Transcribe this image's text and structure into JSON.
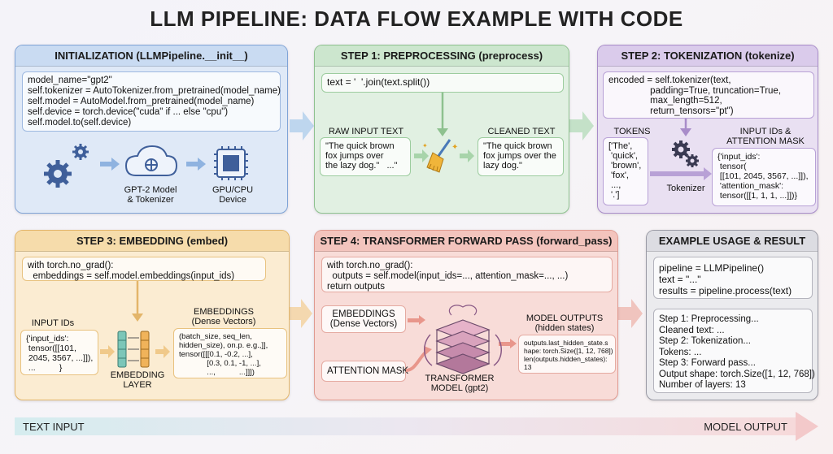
{
  "title": "LLM PIPELINE: DATA FLOW EXAMPLE WITH CODE",
  "colors": {
    "init": "#dfe9f7",
    "init_border": "#7fa3d6",
    "pre": "#e1f0e2",
    "pre_border": "#8ec18f",
    "tok": "#e9e0f2",
    "tok_border": "#a88cc9",
    "emb": "#fbecd2",
    "emb_border": "#e3b56a",
    "tf": "#f8dcd8",
    "tf_border": "#e09a90",
    "ex": "#ebebee",
    "ex_border": "#9a9aa5"
  },
  "init": {
    "heading": "INITIALIZATION (LLMPipeline.__init__)",
    "code": "model_name=\"gpt2\"\nself.tokenizer = AutoTokenizer.from_pretrained(model_name)\nself.model = AutoModel.from_pretrained(model_name)\nself.device = torch.device(\"cuda\" if ... else \"cpu\")\nself.model.to(self.device)",
    "model_label": "GPT-2 Model\n& Tokenizer",
    "device_label": "GPU/CPU\nDevice"
  },
  "pre": {
    "heading": "STEP 1: PREPROCESSING (preprocess)",
    "code": "text = '  '.join(text.split())",
    "raw_label": "RAW INPUT TEXT",
    "raw_text": "\"The quick brown\nfox jumps over\nthe lazy dog.\"   ...\"",
    "clean_label": "CLEANED TEXT",
    "clean_text": "\"The quick brown\nfox jumps over the\nlazy dog.\""
  },
  "tok": {
    "heading": "STEP 2: TOKENIZATION (tokenize)",
    "code": "encoded = self.tokenizer(text,\n                padding=True, truncation=True,\n                max_length=512,\n                return_tensors=\"pt\")",
    "tokens_label": "TOKENS",
    "tokens": "['The',\n 'quick',\n 'brown',\n 'fox',\n ...,\n '.']",
    "ids_label": "INPUT IDs &\nATTENTION MASK",
    "ids": "{'input_ids':\n tensor(\n [[101, 2045, 3567, ...]]),\n 'attention_mask':\n tensor([[1, 1, 1, ...]])}",
    "tokenizer_label": "Tokenizer"
  },
  "emb": {
    "heading": "STEP 3: EMBEDDING (embed)",
    "code": "with torch.no_grad():\n  embeddings = self.model.embeddings(input_ids)",
    "ids_label": "INPUT IDs",
    "ids": "{'input_ids':\n tensor([[101,\n 2045, 3567, ...]]),\n ...          }",
    "layer_label": "EMBEDDING\nLAYER",
    "vec_label": "EMBEDDINGS\n(Dense Vectors)",
    "vec": "(batch_size, seq_len,\nhidden_size), on.p. e.g.,]],\ntensor([[[0.1, -0.2, ...],\n             [0.3, 0.1, -1, ...],\n             ...,           ...]]])"
  },
  "tf": {
    "heading": "STEP 4: TRANSFORMER FORWARD PASS (forward_pass)",
    "code": "with torch.no_grad():\n  outputs = self.model(input_ids=..., attention_mask=..., ...)\nreturn outputs",
    "emb_box": "EMBEDDINGS\n(Dense Vectors)",
    "mask_box": "ATTENTION MASK",
    "model_label": "TRANSFORMER\nMODEL (gpt2)",
    "out_label": "MODEL OUTPUTS\n(hidden states)",
    "out": "outputs.last_hidden_state.s\nhape: torch.Size([1, 12, 768])\nlen(outputs.hidden_states):\n13"
  },
  "ex": {
    "heading": "EXAMPLE USAGE & RESULT",
    "code": "pipeline = LLMPipeline()\ntext = \"...\"\nresults = pipeline.process(text)",
    "result": "Step 1: Preprocessing...\nCleaned text: ...\nStep 2: Tokenization...\nTokens: ...\nStep 3: Forward pass...\nOutput shape: torch.Size([1, 12, 768])\nNumber of layers: 13"
  },
  "footer": {
    "left": "TEXT INPUT",
    "right": "MODEL OUTPUT"
  }
}
